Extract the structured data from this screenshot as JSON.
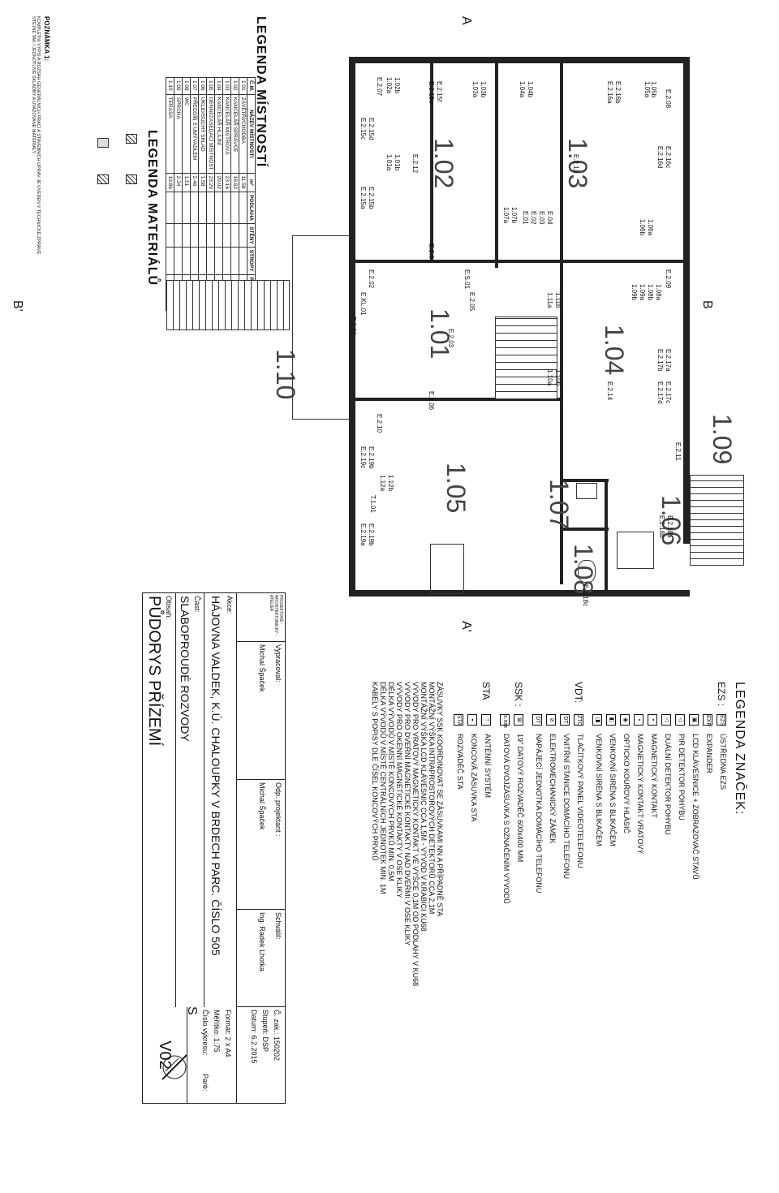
{
  "rooms_legend": {
    "title": "LEGENDA MÍSTNOSTÍ",
    "headers": [
      "Č.M.",
      "NÁZEV MÍSTNOSTI",
      "m²",
      "PODLAHA",
      "STĚNY",
      "STROPY",
      "POZNÁMKA"
    ],
    "rows": [
      [
        "1.01",
        "ZÁVĚTŘÍ/CHODBA",
        "11.58"
      ],
      [
        "1.02",
        "KANCELÁŘ SPRÁVCE",
        "16.62"
      ],
      [
        "1.03",
        "KANCELÁŘ MISTROVÁ",
        "23.16"
      ],
      [
        "1.04",
        "KANCELÁŘ HLÁJNÍ",
        "20.02"
      ],
      [
        "1.05",
        "DENNÍ/ZASEDACÍ MÍSTNOST",
        "23.29"
      ],
      [
        "1.06",
        "ÚKLID/SUCHÝ SKLAD",
        "1.58"
      ],
      [
        "1.07",
        "PŘEDSÍŇ S UMÝVADLEM",
        "2.46"
      ],
      [
        "1.08",
        "WC",
        "1.51"
      ],
      [
        "1.09",
        "SPRCHA",
        "2.34"
      ],
      [
        "1.10",
        "TERASA",
        "10.86"
      ]
    ]
  },
  "materials_legend": {
    "title": "LEGENDA MATERIÁLŮ"
  },
  "note": {
    "title": "POZNÁMKA 1:",
    "text": "KOMPLETNÍ VÝPIS A ROZSAH GENERÁLNÍCH PRACÍ A STAVEBNÍCH ÚPRAV JE UVEDEN V TECHNICKÉ ZPRÁVĚ. STEJNĚ TAK I JEDNOTLIVÉ SKLADBY A UVAŽOVANÉ MATERIÁLY."
  },
  "floor_plan": {
    "rooms": [
      "1.01",
      "1.02",
      "1.03",
      "1.04",
      "1.05",
      "1.06",
      "1.07",
      "1.08",
      "1.09",
      "1.10"
    ],
    "section_marks": [
      "A",
      "A'",
      "B",
      "B'"
    ],
    "labels": [
      "E.2.08",
      "1.05b",
      "1.05a",
      "E.2.16b",
      "E.2.16a",
      "1.04b",
      "1.04a",
      "1.03b",
      "1.03a",
      "E.2.15f",
      "E.2.15e",
      "1.02b",
      "1.02a",
      "E.2.07",
      "E.2.15d",
      "E.2.15c",
      "1.01b",
      "1.01a",
      "E.2.12",
      "E.2.13",
      "E.2.16c",
      "E.2.16d",
      "E.2.15b",
      "E.2.15a",
      "1.07b",
      "1.07a",
      "E.04",
      "E.03",
      "E.02",
      "E.01",
      "1.06a",
      "1.06b",
      "E.2.04",
      "E.2.02",
      "E.KL.01",
      "E.2.01",
      "E.S.01",
      "E.2.05",
      "E.2.09",
      "1.11b",
      "1.11a",
      "1.08a",
      "1.08b",
      "1.09a",
      "1.09b",
      "E.2.03",
      "E.2.17a",
      "E.2.17b",
      "E.2.17c",
      "E.2.17d",
      "1.10b",
      "1.10a",
      "E.2.14",
      "E.2.06",
      "E.2.10",
      "E.2.11",
      "E.2.19b",
      "E.2.19c",
      "1.12b",
      "1.12a",
      "T.1.01",
      "E.2.19b",
      "E.2.19a",
      "E.2.18a",
      "E.2.18b",
      "E.2.18c"
    ]
  },
  "symbol_legend": {
    "title": "LEGENDA ZNAČEK:",
    "groups": [
      {
        "code": "EZS :",
        "items": [
          {
            "sym": "EZS",
            "text": "ÚSTŘEDNA EZS"
          },
          {
            "sym": "EXP",
            "text": "EXPANDER"
          },
          {
            "sym": "▣",
            "text": "LCD KLÁVESNICE + ZOBRAZOVAČ STAVŮ"
          },
          {
            "sym": "◁",
            "text": "PIR DETEKTOR POHYBU"
          },
          {
            "sym": "◁",
            "text": "DUÁLNÍ DETEKTOR POHYBU"
          },
          {
            "sym": "▪",
            "text": "MAGNETICKÝ KONTAKT"
          },
          {
            "sym": "▪",
            "text": "MAGNETICKÝ KONTAKT VRATOVÝ"
          },
          {
            "sym": "◉",
            "text": "OPTICKO KOUŘOVÝ HLÁSIČ"
          },
          {
            "sym": "◧",
            "text": "VENKOVNÍ SIRÉNA S BLIKAČEM"
          },
          {
            "sym": "◨",
            "text": "VENKOVNÍ SIRÉNA S BLIKAČEM"
          }
        ]
      },
      {
        "code": "VDT:",
        "items": [
          {
            "sym": "ZTC",
            "text": "TLAČÍTKOVÝ PANEL VIDEOTELEFONU"
          },
          {
            "sym": "DT",
            "text": "VNITŘNÍ STANICE DOMÁCÍHO TELEFONU"
          },
          {
            "sym": "⊘",
            "text": "ELEKTROMECHANICKÝ ZÁMEK"
          },
          {
            "sym": "DT",
            "text": "NAPÁJECÍ JEDNOTKA DOMÁCÍHO TELEFONU"
          }
        ]
      },
      {
        "code": "SSK :",
        "items": [
          {
            "sym": "⊠",
            "text": "19\" DATOVÝ ROZVADĚČ 600x400 MM"
          },
          {
            "sym": "x.xxx",
            "text": "DATOVÁ DVOJZÁSUVKA S OZNAČENÍM VÝVODŮ"
          }
        ]
      },
      {
        "code": "STA",
        "items": [
          {
            "sym": "⊤",
            "text": "ANTÉNNÍ SYSTÉM"
          },
          {
            "sym": "◒",
            "text": "KONCOVÁ ZÁSUVKA STA"
          },
          {
            "sym": "STA",
            "text": "ROZVADĚČ STA"
          }
        ]
      }
    ],
    "notes": [
      "ZÁSUVKY SSK KOORDINOVAT SE ZÁSUVKAMI NN A PŘÍPADNĚ STA",
      "MONTÁŽNÍ VÝŠKA INTRAPROSTOROVÝCH DETEKTORŮ CCA 2,1M",
      "MONTÁŽNÍ VÝŠKA LCD KLÁVESNIC CCA 1,5M - VÝVOD V KRABICI KU68",
      "VÝVODY PRO VRATOVÝ MAGNETICKÝ KONTAKT VE VÝŠCE 0,1M OD PODLAHY V KU68",
      "VÝVODY PRO DVEŘNÍ MAGNETICKÉ KONTAKTY NAD DVEŘMI V OSE KLIKY",
      "VÝVODY PRO OKENNÍ MAGNETICKÉ KONTAKTY V OSE KLIKY",
      "DÉLKA VÝVODŮ V MÍSTĚ KONCOVÝCH PRVKŮ MIN. 0,5M",
      "DÉLKA VÝVODŮ V MÍSTĚ CENTRÁLNÍCH JEDNOTEK MIN. 1M",
      "KABELY S POPISY DLE ČÍSEL KONCOVÝCH PRVKŮ"
    ]
  },
  "title_block": {
    "company": "PROJEKTOVÉ - ARCHITEKTONICKÝ - ATELIER",
    "vypracoval_label": "Vypracoval:",
    "vypracoval": "Michal Špaček",
    "odp_label": "Odp. projektant :",
    "odp": "Michal Špaček",
    "schvalil_label": "Schválil:",
    "schvalil": "Ing. Radek Lhotka",
    "zak_label": "Č. zak.:",
    "zak": "150202",
    "stupen_label": "Stupeň:",
    "stupen": "DSP",
    "datum_label": "Datum:",
    "datum": "6.2.2015",
    "format_label": "Formát:",
    "format": "2 x A4",
    "meritko_label": "Měřítko:",
    "meritko": "1:75",
    "cislo_label": "Číslo výkresu:",
    "cislo": "V02",
    "pare_label": "Paré:",
    "akce_label": "Akce:",
    "akce": "HÁJOVNA VALDEK, K.Ú. CHALOUPKY V BRDECH PARC. ČÍSLO 505",
    "cast_label": "Část:",
    "cast": "SLABOPROUDÉ ROZVODY",
    "obsah_label": "Obsah:",
    "obsah": "PŮDORYS PŘÍZEMÍ",
    "north": "S"
  }
}
